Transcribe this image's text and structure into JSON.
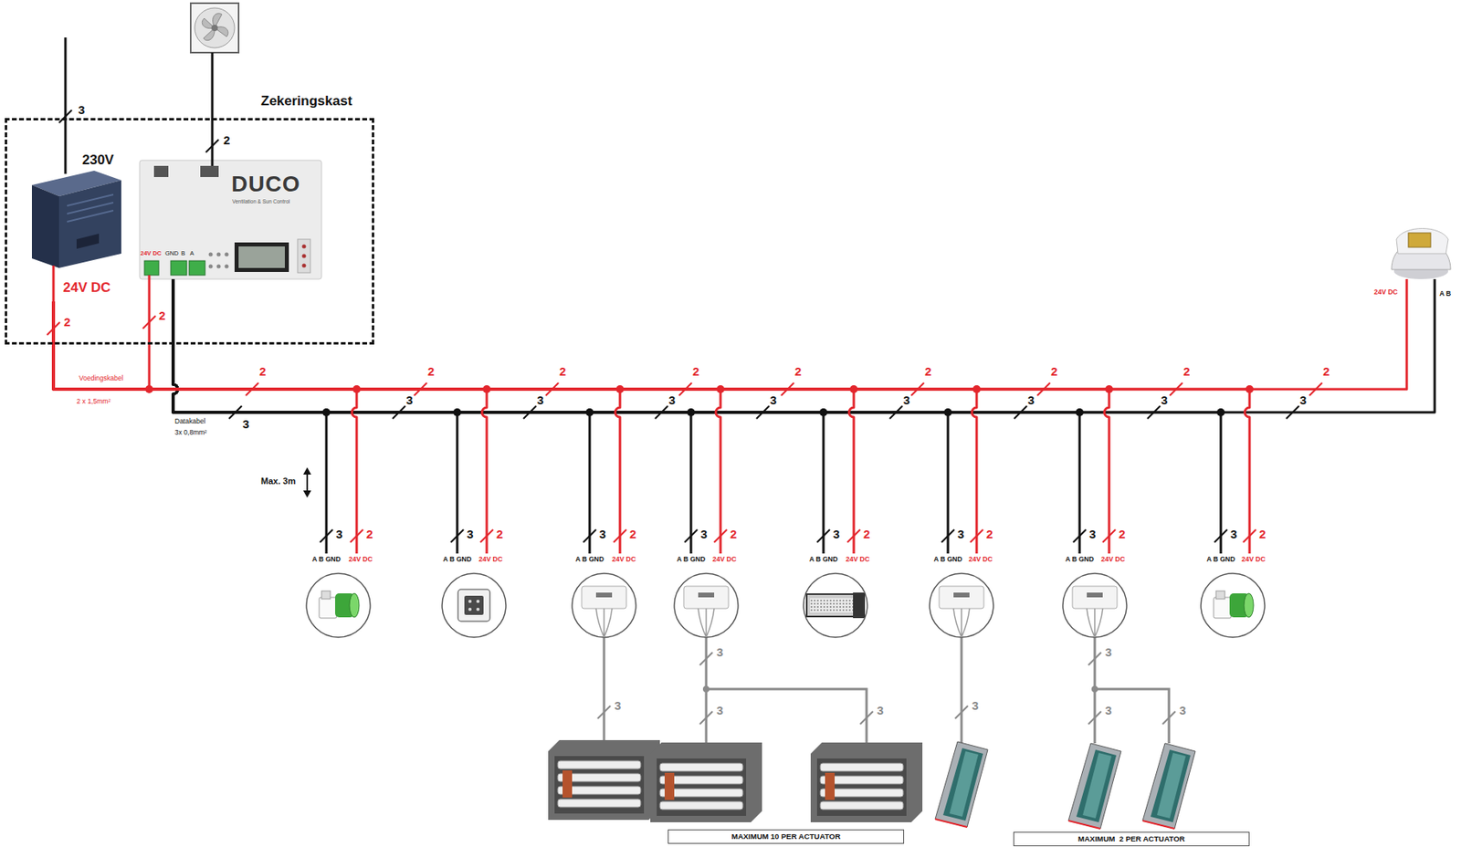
{
  "diagram": {
    "nodes": [
      {
        "text": [
          "Zekeringskast"
        ]
      },
      {
        "text": [
          "230V",
          "24V DC"
        ],
        "in": 0
      },
      {
        "text": [
          "DUCO",
          "Ventilation & Sun Control",
          "24V DC",
          "GND",
          "B",
          "A"
        ],
        "in": 0
      },
      {
        "text": [
          "A B GND",
          "24V DC"
        ]
      },
      {
        "text": [
          "A B GND",
          "24V DC"
        ]
      },
      {
        "text": [
          "A B GND",
          "24V DC"
        ]
      },
      {
        "text": [
          "A B GND",
          "24V DC"
        ]
      },
      {
        "text": [
          "A B GND",
          "24V DC"
        ]
      },
      {
        "text": [
          "A B GND",
          "24V DC"
        ]
      },
      {
        "text": [
          "A B GND",
          "24V DC"
        ]
      },
      {
        "text": [
          "A B GND",
          "24V DC"
        ]
      },
      {
        "text": [
          "24V DC",
          "A B"
        ]
      },
      {
        "text": [
          "MAXIMUM 10 PER ACTUATOR"
        ]
      },
      {
        "text": [
          "MAXIMUM  2 PER ACTUATOR"
        ]
      }
    ],
    "edges": [
      {
        "from": 2,
        "to": 3,
        "arrow": "none"
      },
      {
        "from": 2,
        "to": 4,
        "arrow": "none"
      },
      {
        "from": 2,
        "to": 5,
        "arrow": "none"
      },
      {
        "from": 2,
        "to": 6,
        "arrow": "none"
      },
      {
        "from": 2,
        "to": 7,
        "arrow": "none"
      },
      {
        "from": 2,
        "to": 8,
        "arrow": "none"
      },
      {
        "from": 2,
        "to": 9,
        "arrow": "none"
      },
      {
        "from": 2,
        "to": 10,
        "arrow": "none"
      },
      {
        "from": 2,
        "to": 11,
        "arrow": "none"
      },
      {
        "from": 1,
        "to": 3,
        "arrow": "none"
      },
      {
        "from": 1,
        "to": 4,
        "arrow": "none"
      },
      {
        "from": 1,
        "to": 5,
        "arrow": "none"
      },
      {
        "from": 1,
        "to": 6,
        "arrow": "none"
      },
      {
        "from": 1,
        "to": 7,
        "arrow": "none"
      },
      {
        "from": 1,
        "to": 8,
        "arrow": "none"
      },
      {
        "from": 1,
        "to": 9,
        "arrow": "none"
      },
      {
        "from": 1,
        "to": 10,
        "arrow": "none"
      },
      {
        "from": 1,
        "to": 11,
        "arrow": "none"
      }
    ],
    "labels": [
      "3",
      "2",
      "2",
      "2",
      "Voedingskabel",
      "2 x 1,5mm²",
      "Datakabel",
      "3x 0,8mm²",
      "3",
      "2",
      "2",
      "2",
      "2",
      "2",
      "2",
      "2",
      "2",
      "2",
      "3",
      "3",
      "3",
      "3",
      "3",
      "3",
      "3",
      "3",
      "Max. 3m",
      "3",
      "2",
      "3",
      "2",
      "3",
      "2",
      "3",
      "2",
      "3",
      "2",
      "3",
      "2",
      "3",
      "2",
      "3",
      "2",
      "3",
      "3",
      "3",
      "3",
      "3",
      "3",
      "3",
      "3"
    ]
  }
}
